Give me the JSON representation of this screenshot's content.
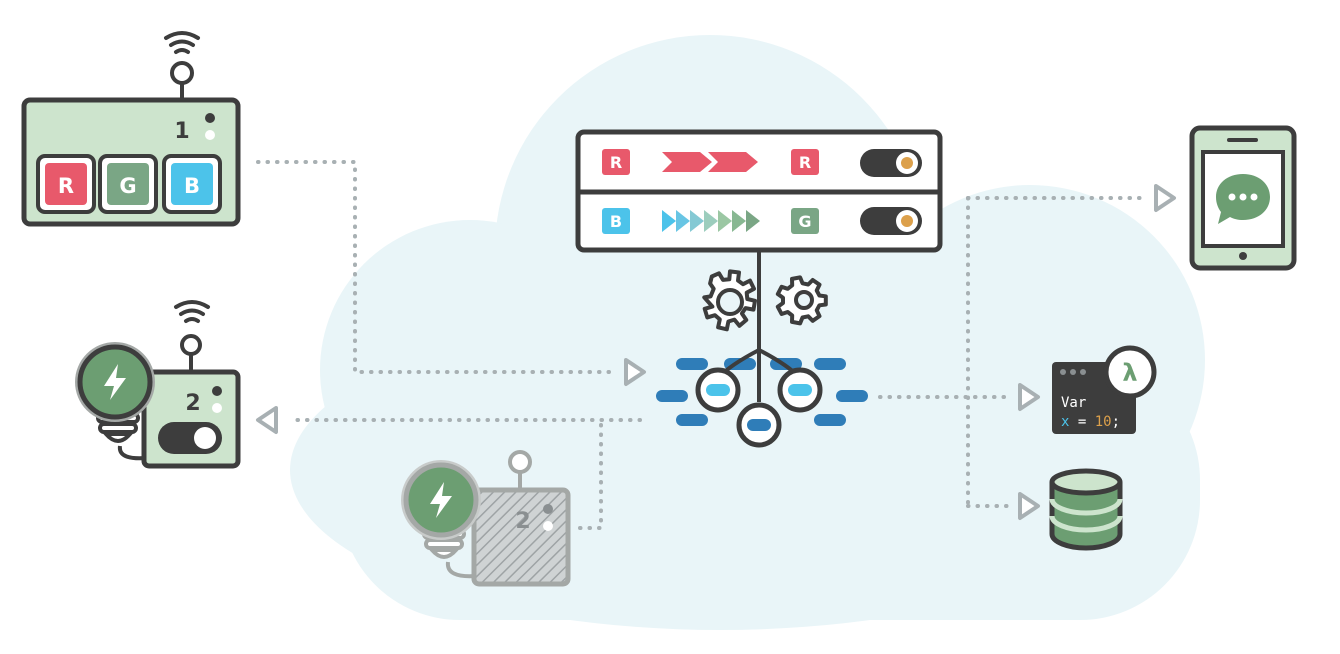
{
  "device_1": {
    "number": "1",
    "buttons": [
      {
        "label": "R",
        "color": "#e8596b"
      },
      {
        "label": "G",
        "color": "#7aa685"
      },
      {
        "label": "B",
        "color": "#4cc3ea"
      }
    ]
  },
  "device_2": {
    "number": "2"
  },
  "device_2_shadow": {
    "number": "2"
  },
  "rules": [
    {
      "from": "R",
      "to": "R",
      "from_color": "#e8596b",
      "to_color": "#e8596b"
    },
    {
      "from": "B",
      "to": "G",
      "from_color": "#4cc3ea",
      "to_color": "#7aa685"
    }
  ],
  "lambda": {
    "symbol": "λ",
    "code_line_1": "Var",
    "code_x": "x",
    "code_eq": " = ",
    "code_val": "10",
    "code_end": ";"
  },
  "colors": {
    "outline": "#3d3d3d",
    "panel_green": "#cde4cd",
    "cloud": "#e9f5f8",
    "bulb_green": "#6c9e72",
    "connector": "#a8b0b3",
    "hub_blue": "#2f7db8",
    "hub_light": "#4cc3ea",
    "toggle_knob": "#dca04b"
  },
  "icons": [
    "wifi-icon",
    "gear-icon",
    "lightning-icon",
    "chat-bubble-icon",
    "lambda-icon",
    "database-icon",
    "arrow-right-icon",
    "arrow-left-icon",
    "toggle-icon"
  ]
}
